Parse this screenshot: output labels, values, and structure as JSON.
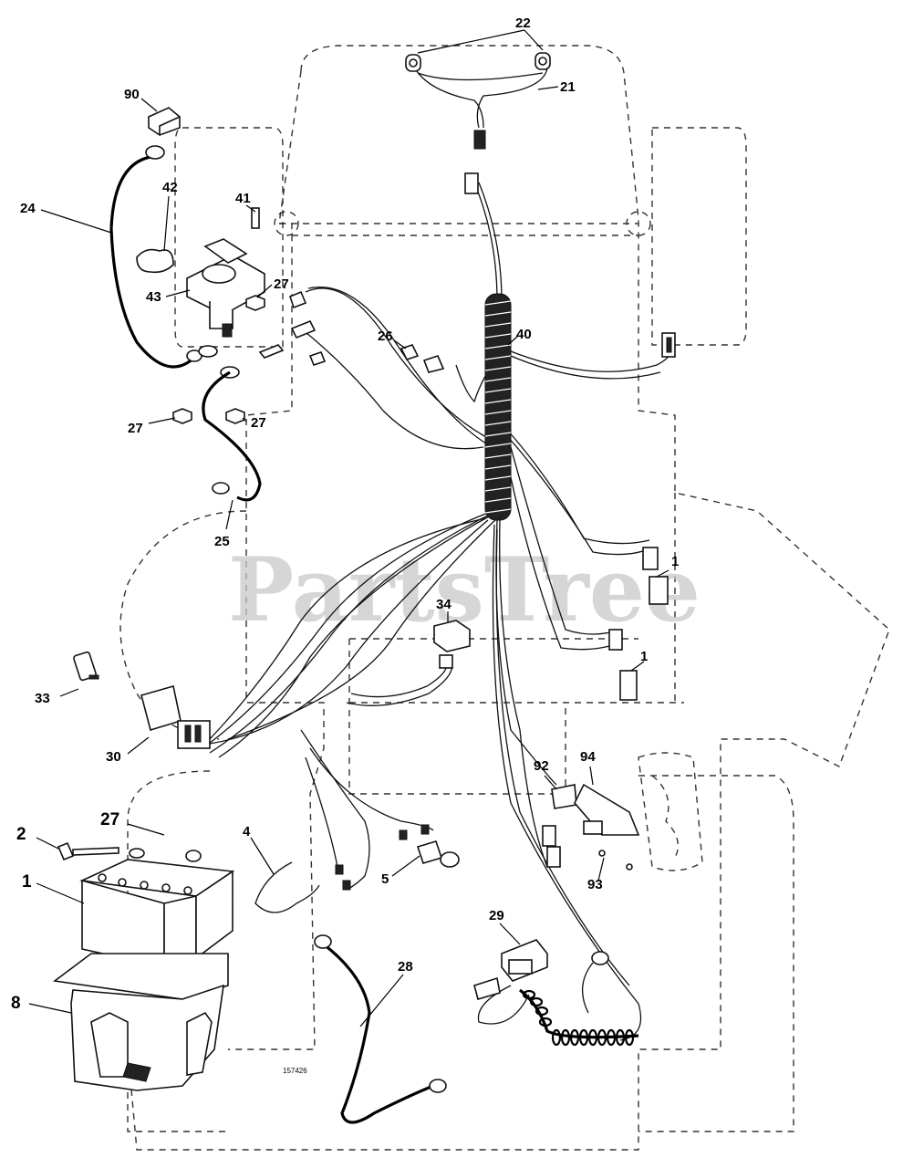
{
  "watermark": "PartsTree",
  "drawing_number": "157426",
  "callouts": {
    "c90": "90",
    "c22": "22",
    "c21": "21",
    "c24": "24",
    "c42": "42",
    "c41": "41",
    "c27a": "27",
    "c43": "43",
    "c40": "40",
    "c26": "26",
    "c27b": "27",
    "c27c": "27",
    "c25": "25",
    "c1a": "1",
    "c34": "34",
    "c1b": "1",
    "c33": "33",
    "c30": "30",
    "c92": "92",
    "c94": "94",
    "c2": "2",
    "c27d": "27",
    "c4": "4",
    "c5": "5",
    "c93": "93",
    "c1c": "1",
    "c29": "29",
    "c28": "28",
    "c8": "8"
  }
}
